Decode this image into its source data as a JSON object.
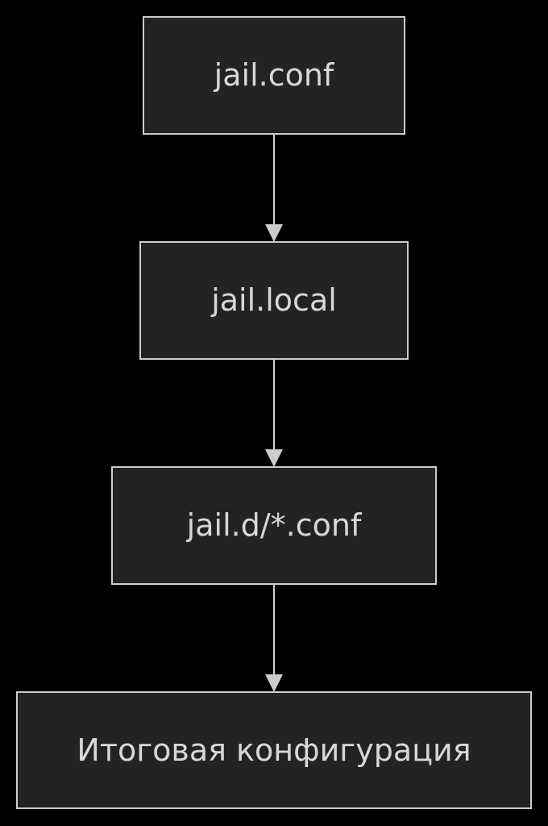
{
  "flowchart": {
    "nodes": [
      {
        "id": "jail-conf",
        "label": "jail.conf"
      },
      {
        "id": "jail-local",
        "label": "jail.local"
      },
      {
        "id": "jail-d-conf",
        "label": "jail.d/*.conf"
      },
      {
        "id": "final-config",
        "label": "Итоговая конфигурация"
      }
    ],
    "edges": [
      {
        "from": "jail-conf",
        "to": "jail-local"
      },
      {
        "from": "jail-local",
        "to": "jail-d-conf"
      },
      {
        "from": "jail-d-conf",
        "to": "final-config"
      }
    ]
  },
  "colors": {
    "background": "#000000",
    "node_fill": "#222323",
    "node_stroke": "#cccccc",
    "text": "#d8d8d8",
    "edge": "#cccccc"
  }
}
